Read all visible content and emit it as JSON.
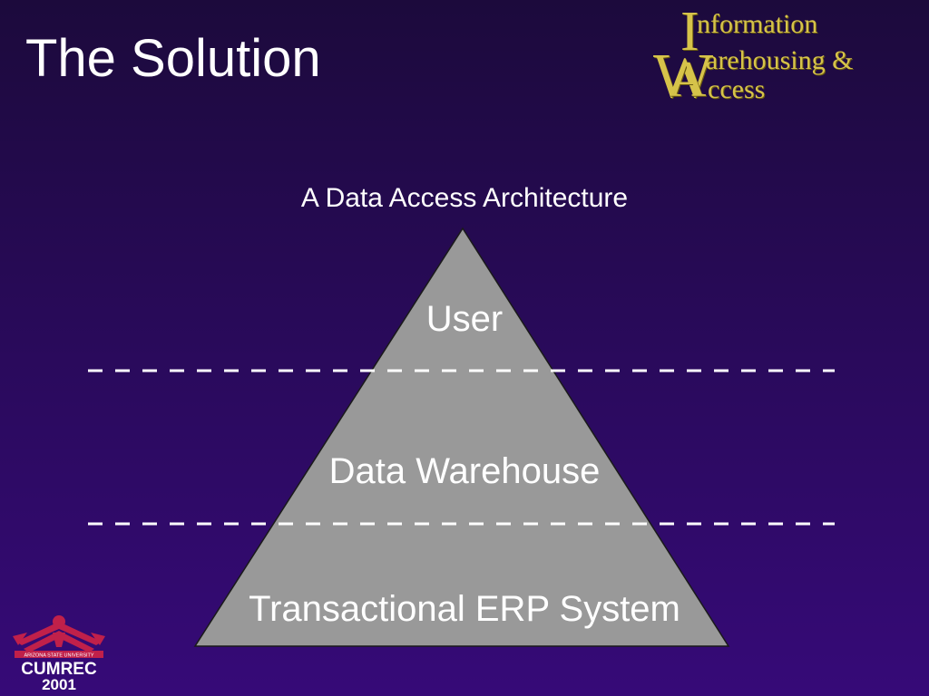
{
  "slide": {
    "title": "The Solution",
    "subtitle": "A Data Access Architecture"
  },
  "logo": {
    "line1_initial": "I",
    "line1_rest": "nformation",
    "line2_initial": "W",
    "line2_rest": "arehousing &",
    "line3_initial": "A",
    "line3_rest": "ccess"
  },
  "pyramid": {
    "tiers": [
      {
        "label": "User"
      },
      {
        "label": "Data Warehouse"
      },
      {
        "label": "Transactional ERP System"
      }
    ]
  },
  "colors": {
    "background_top": "#1c0a3c",
    "background_bottom": "#360a78",
    "pyramid_fill": "#999999",
    "logo_gold": "#d6c34a",
    "text": "#ffffff"
  },
  "badge": {
    "text": "CUMREC",
    "year": "2001",
    "banner": "ARIZONA STATE UNIVERSITY"
  }
}
